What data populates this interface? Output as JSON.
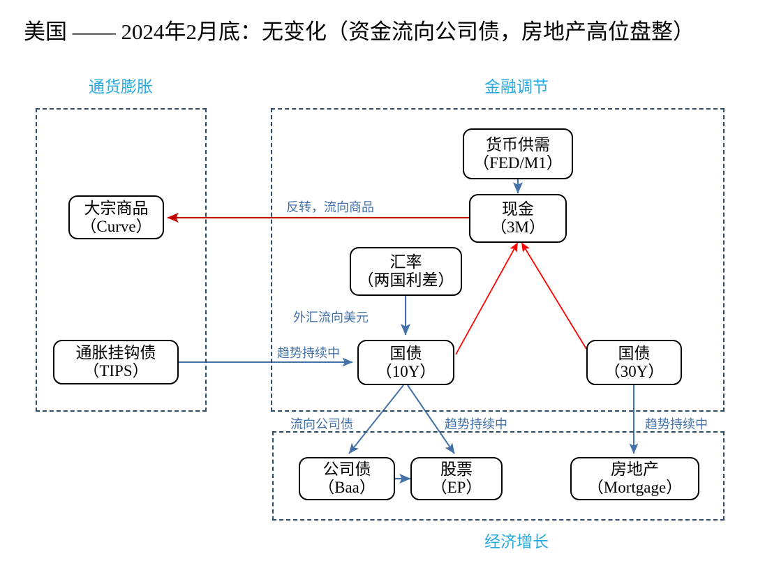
{
  "title": "美国 —— 2024年2月底：无变化（资金流向公司债，房地产高位盘整）",
  "colors": {
    "section_label": "#29ABE2",
    "frame_border": "#2E4A66",
    "node_border": "#000000",
    "blue_arrow": "#4472A8",
    "red_arrow": "#C00000",
    "bright_red_arrow": "#FF0000"
  },
  "sections": [
    {
      "id": "inflation",
      "label": "通货膨胀",
      "position": "top-left"
    },
    {
      "id": "monetary",
      "label": "金融调节",
      "position": "top-right"
    },
    {
      "id": "growth",
      "label": "经济增长",
      "position": "bottom"
    }
  ],
  "nodes": [
    {
      "id": "commodity",
      "line1": "大宗商品",
      "line2": "（Curve）"
    },
    {
      "id": "tips",
      "line1": "通胀挂钩债",
      "line2": "（TIPS）"
    },
    {
      "id": "money",
      "line1": "货币供需",
      "line2": "（FED/M1）"
    },
    {
      "id": "cash",
      "line1": "现金",
      "line2": "（3M）"
    },
    {
      "id": "fx",
      "line1": "汇率",
      "line2": "（两国利差）"
    },
    {
      "id": "ust10y",
      "line1": "国债",
      "line2": "（10Y）"
    },
    {
      "id": "ust30y",
      "line1": "国债",
      "line2": "（30Y）"
    },
    {
      "id": "corporate",
      "line1": "公司债",
      "line2": "（Baa）"
    },
    {
      "id": "equity",
      "line1": "股票",
      "line2": "（EP）"
    },
    {
      "id": "realestate",
      "line1": "房地产",
      "line2": "（Mortgage）"
    }
  ],
  "edge_labels": [
    {
      "id": "cash-to-commodity",
      "text": "反转，流向商品"
    },
    {
      "id": "fx-to-ust10y",
      "text": "外汇流向美元"
    },
    {
      "id": "tips-to-ust10y",
      "text": "趋势持续中"
    },
    {
      "id": "ust10y-to-corp",
      "text": "流向公司债"
    },
    {
      "id": "ust10y-to-equity",
      "text": "趋势持续中"
    },
    {
      "id": "ust30y-to-realestate",
      "text": "趋势持续中"
    }
  ]
}
